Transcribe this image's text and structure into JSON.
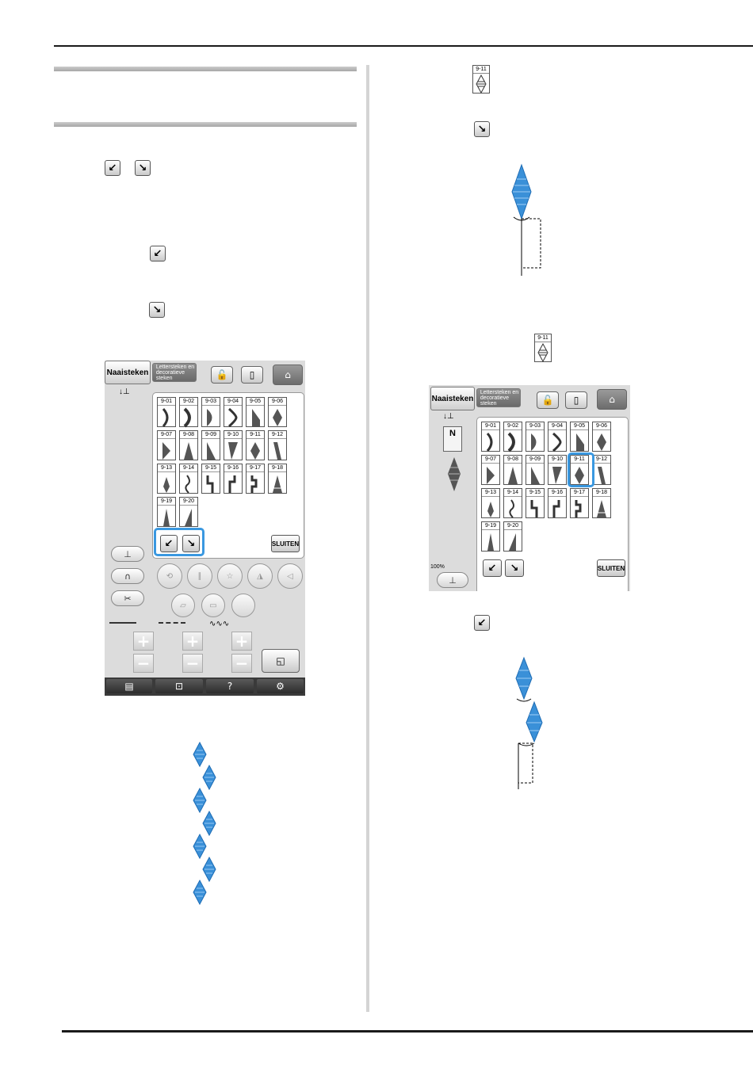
{
  "pattern_codes": [
    "9-01",
    "9-02",
    "9-03",
    "9-04",
    "9-05",
    "9-06",
    "9-07",
    "9-08",
    "9-09",
    "9-10",
    "9-11",
    "9-12",
    "9-13",
    "9-14",
    "9-15",
    "9-16",
    "9-17",
    "9-18",
    "9-19",
    "9-20"
  ],
  "selected_pattern": "9-11",
  "screen_left": {
    "tab_utility": "Naaisteken",
    "tab_char_line1": "Lettersteken en",
    "tab_char_line2": "decoratieve",
    "tab_char_line3": "steken",
    "close_label": "SLUITEN",
    "help_label": "?"
  },
  "screen_right": {
    "tab_utility": "Naaisteken",
    "tab_char_line1": "Lettersteken en",
    "tab_char_line2": "decoratieve",
    "tab_char_line3": "steken",
    "close_label": "SLUITEN",
    "zoom_label": "100%",
    "foot_label": "N"
  },
  "icons": {
    "left_diag_button": "arrow-down-left-icon",
    "right_diag_button": "arrow-down-right-icon",
    "home": "home-icon",
    "lock": "lock-icon",
    "book": "book-icon"
  },
  "colors": {
    "stitch_blue": "#3a90d8",
    "highlight": "#3a98e0"
  }
}
